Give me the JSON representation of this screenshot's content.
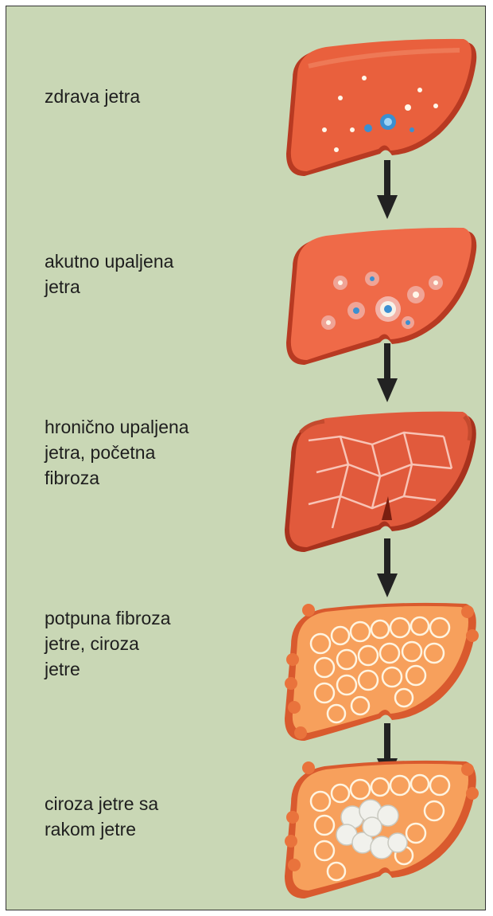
{
  "colors": {
    "background": "#c9d7b5",
    "border": "#333333",
    "text": "#1e1e1e",
    "arrow": "#222222",
    "healthy_liver": "#e9603d",
    "acute_liver": "#ef6a48",
    "chronic_liver": "#e15a3c",
    "cirrhosis_nodule": "#f7a05c",
    "tumor": "#f1f1ec"
  },
  "stages": [
    {
      "label": "zdrava jetra",
      "illustration": "healthy-liver-icon"
    },
    {
      "label": "akutno upaljena\njetra",
      "illustration": "inflamed-liver-icon"
    },
    {
      "label": "hronično upaljena\njetra, početna\nfibroza",
      "illustration": "fibrotic-liver-icon"
    },
    {
      "label": "potpuna fibroza\njetre, ciroza\njetre",
      "illustration": "cirrhotic-liver-icon"
    },
    {
      "label": "ciroza jetre sa\nrakom jetre",
      "illustration": "liver-cancer-icon"
    }
  ],
  "arrow_icon": "arrow-down-icon"
}
